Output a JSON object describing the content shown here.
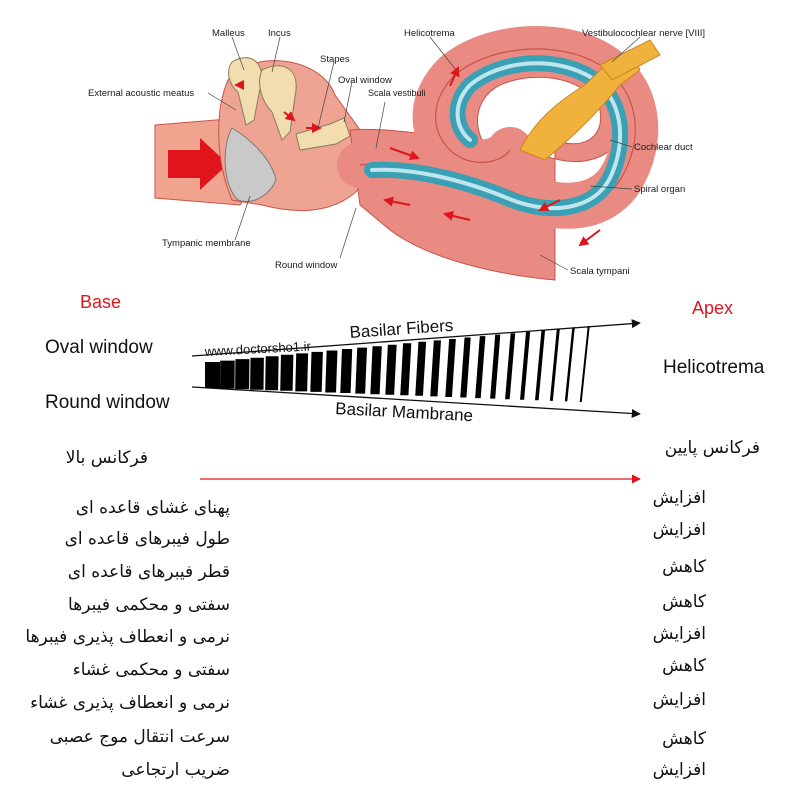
{
  "anatomy": {
    "labels": {
      "malleus": "Malleus",
      "incus": "Incus",
      "stapes": "Stapes",
      "oval_window": "Oval window",
      "scala_vestibuli": "Scala vestibuli",
      "external_meatus": "External acoustic meatus",
      "tympanic_membrane": "Tympanic membrane",
      "round_window": "Round window",
      "helicotrema": "Helicotrema",
      "vestibulocochlear_nerve": "Vestibulocochlear nerve [VIII]",
      "cochlear_duct": "Cochlear duct",
      "spiral_organ": "Spiral organ",
      "scala_tympani": "Scala tympani"
    },
    "colors": {
      "canal": "#e98b82",
      "canal_dark": "#c8534b",
      "duct": "#3aa0b4",
      "bone": "#f2ddb0",
      "nerve": "#f0b23c",
      "arrow": "#e0151b"
    }
  },
  "schematic": {
    "base_label": "Base",
    "apex_label": "Apex",
    "oval_window": "Oval window",
    "round_window": "Round window",
    "helicotrema": "Helicotrema",
    "basilar_fibers": "Basilar Fibers",
    "basilar_membrane": "Basilar Mambrane",
    "watermark": "www.doctorsho1.ir",
    "high_freq": "فرکانس بالا",
    "low_freq": "فرکانس پایین"
  },
  "properties": [
    {
      "name": "پهنای غشای قاعده ای",
      "trend": "افزایش"
    },
    {
      "name": "طول فیبرهای قاعده ای",
      "trend": "افزایش"
    },
    {
      "name": "قطر فیبرهای قاعده ای",
      "trend": "کاهش"
    },
    {
      "name": "سفتی و محکمی فیبرها",
      "trend": "کاهش"
    },
    {
      "name": "نرمی و انعطاف پذیری فیبرها",
      "trend": "افزایش"
    },
    {
      "name": "سفتی و محکمی غشاء",
      "trend": "کاهش"
    },
    {
      "name": "نرمی و انعطاف پذیری غشاء",
      "trend": "افزایش"
    },
    {
      "name": "سرعت انتقال موج عصبی",
      "trend": "کاهش"
    },
    {
      "name": "ضریب ارتجاعی",
      "trend": "افزایش"
    }
  ]
}
